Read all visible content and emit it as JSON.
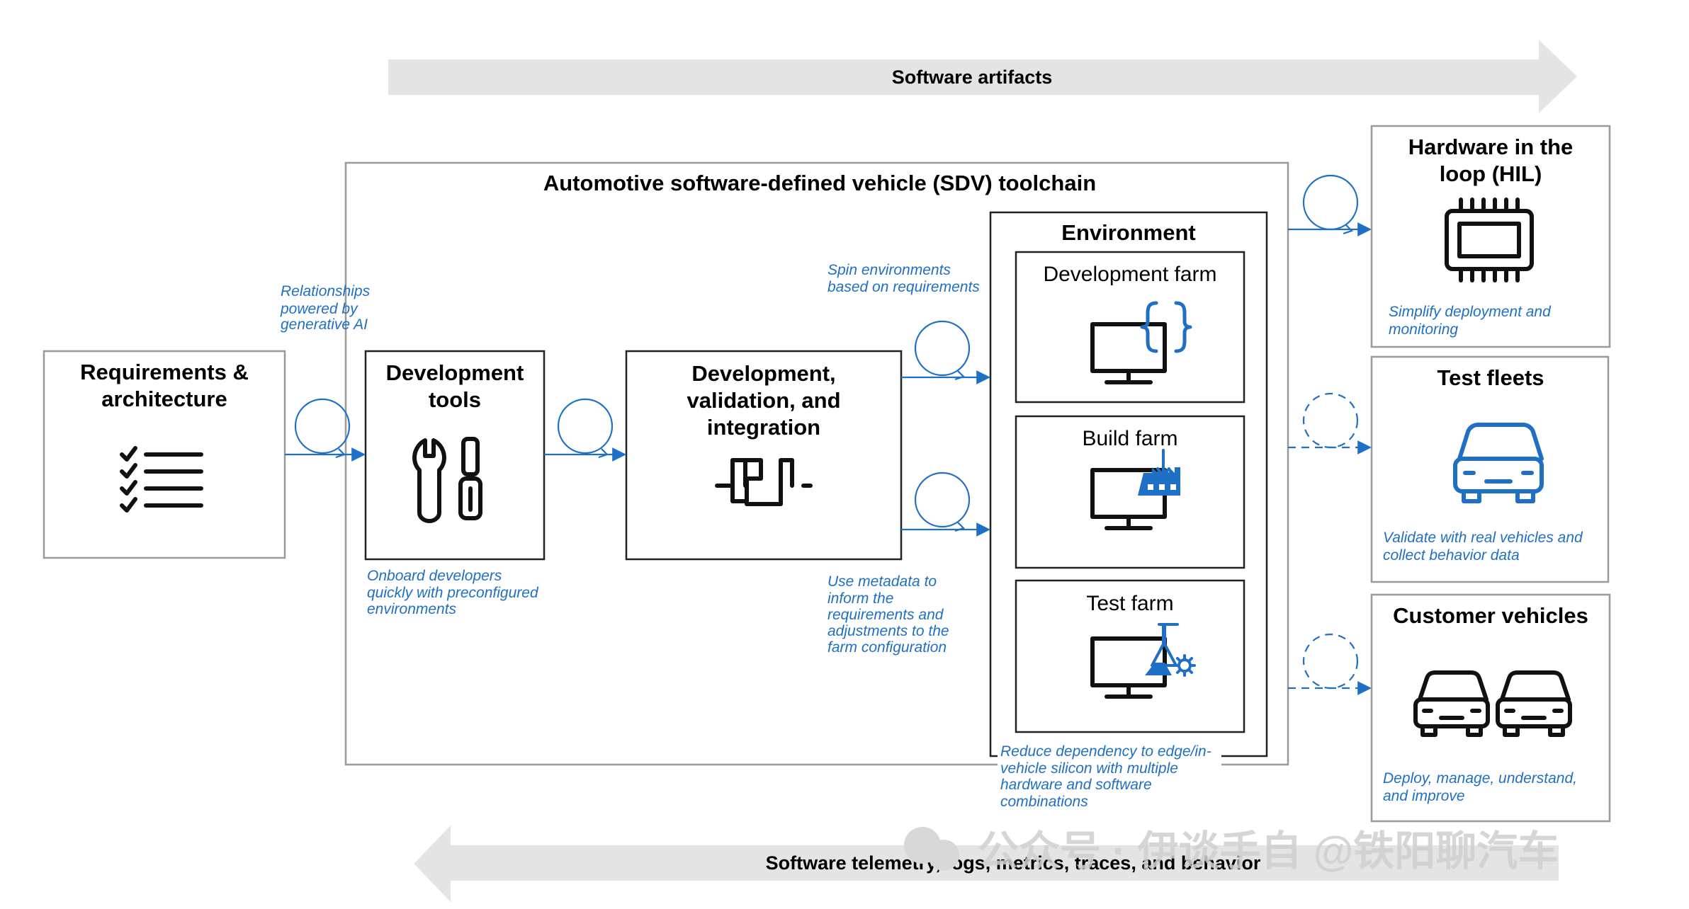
{
  "arrows": {
    "top": "Software artifacts",
    "bottom": "Software telemetry, logs, metrics, traces, and behavior"
  },
  "toolchain": {
    "title": "Automotive software-defined vehicle (SDV) toolchain"
  },
  "requirements": {
    "line1": "Requirements &",
    "line2": "architecture"
  },
  "devtools": {
    "line1": "Development",
    "line2": "tools"
  },
  "dvi": {
    "line1": "Development,",
    "line2": "validation, and",
    "line3": "integration"
  },
  "environment": {
    "title": "Environment",
    "dev_farm": "Development farm",
    "build_farm": "Build farm",
    "test_farm": "Test farm"
  },
  "hil": {
    "line1": "Hardware in the",
    "line2": "loop (HIL)"
  },
  "test_fleets": {
    "title": "Test fleets"
  },
  "customer_vehicles": {
    "title": "Customer vehicles"
  },
  "notes": {
    "relationships": [
      "Relationships",
      "powered by",
      "generative AI"
    ],
    "onboard": [
      "Onboard developers",
      "quickly with preconfigured",
      "environments"
    ],
    "spin": [
      "Spin environments",
      "based on requirements"
    ],
    "metadata": [
      "Use metadata to",
      "inform the",
      "requirements and",
      "adjustments to the",
      "farm configuration"
    ],
    "reduce": [
      "Reduce dependency to edge/in-",
      "vehicle silicon with multiple",
      "hardware and software",
      "combinations"
    ],
    "hil": [
      "Simplify deployment and",
      "monitoring"
    ],
    "fleets": [
      "Validate with real vehicles and",
      "collect behavior data"
    ],
    "customer": [
      "Deploy, manage, understand,",
      "and improve"
    ]
  },
  "watermark": "公众号 · 伊谈手自 @铁阳聊汽车",
  "colors": {
    "accent": "#1f6fc4",
    "arrow": "#e4e4e4",
    "border": "#222222",
    "border_gray": "#9a9a9a"
  },
  "icons": {
    "requirements": "checklist-icon",
    "devtools": "wrench-screwdriver-icon",
    "dvi": "integration-icon",
    "dev_farm": "monitor-code-icon",
    "build_farm": "monitor-factory-icon",
    "test_farm": "monitor-flask-gear-icon",
    "hil": "chip-icon",
    "test_fleets": "car-icon",
    "customer_vehicles": "two-cars-icon"
  }
}
